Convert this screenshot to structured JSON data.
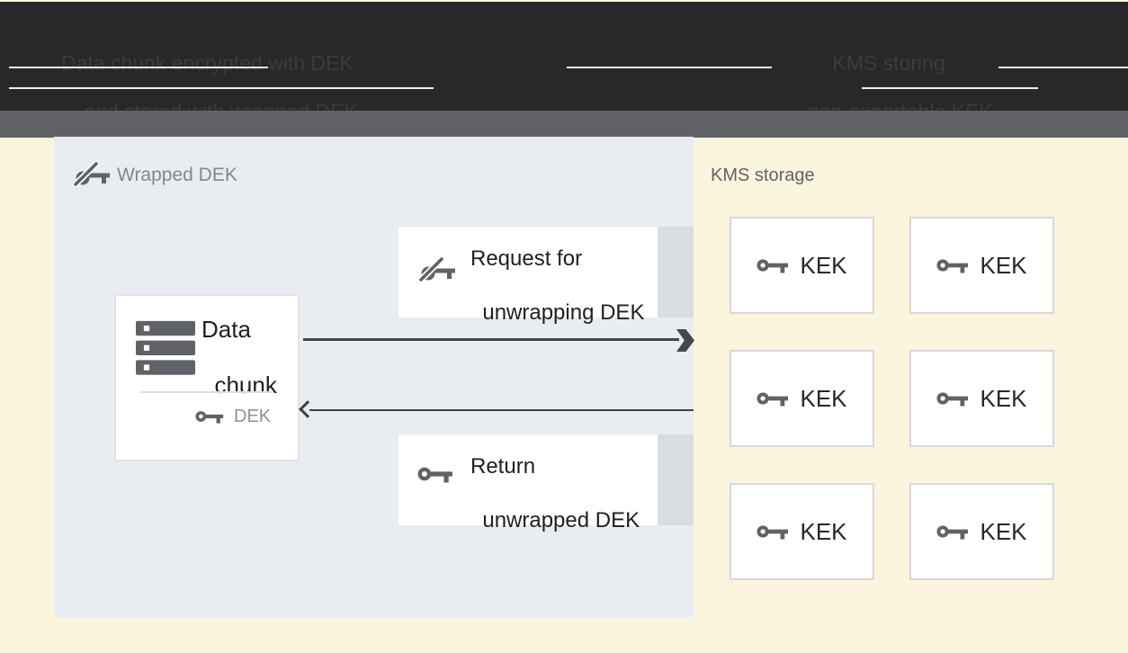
{
  "header": {
    "left_caption": {
      "line1": "Data chunk encrypted with DEK",
      "line2": "and stored with wrapped DEK"
    },
    "right_caption": {
      "line1": "KMS storing",
      "line2": "non-exportable KEK"
    }
  },
  "wrapped_dek_region": {
    "label": "Wrapped DEK",
    "data_chunk_box": {
      "title_line1": "Data",
      "title_line2": "chunk",
      "key_label": "DEK"
    },
    "request_box": {
      "line1": "Request for",
      "line2": "unwrapping DEK"
    },
    "return_box": {
      "line1": "Return",
      "line2": "unwrapped DEK"
    }
  },
  "kms_storage_region": {
    "label": "KMS storage",
    "kek_boxes": [
      {
        "label": "KEK"
      },
      {
        "label": "KEK"
      },
      {
        "label": "KEK"
      },
      {
        "label": "KEK"
      },
      {
        "label": "KEK"
      },
      {
        "label": "KEK"
      }
    ]
  },
  "icons": {
    "wrapped_key": "key with diagonal wrap slash",
    "plain_key": "key",
    "data_chunk": "stacked storage bars"
  },
  "colors": {
    "page_background": "#fcf5de",
    "header_band": "#28282a",
    "header_text": "#3c3c3f",
    "subheader_band": "#606164",
    "dek_region_background": "#e9edf1",
    "box_background": "#ffffff",
    "box_border": "#d6d8da",
    "box_tab": "#d9dce0",
    "icon_gray": "#5f6368",
    "text_dark": "#1f1f1f",
    "text_gray": "#82878c",
    "text_gray_light": "#8d9297",
    "arrow": "#44474b",
    "artifact_line": "#ffffff"
  }
}
